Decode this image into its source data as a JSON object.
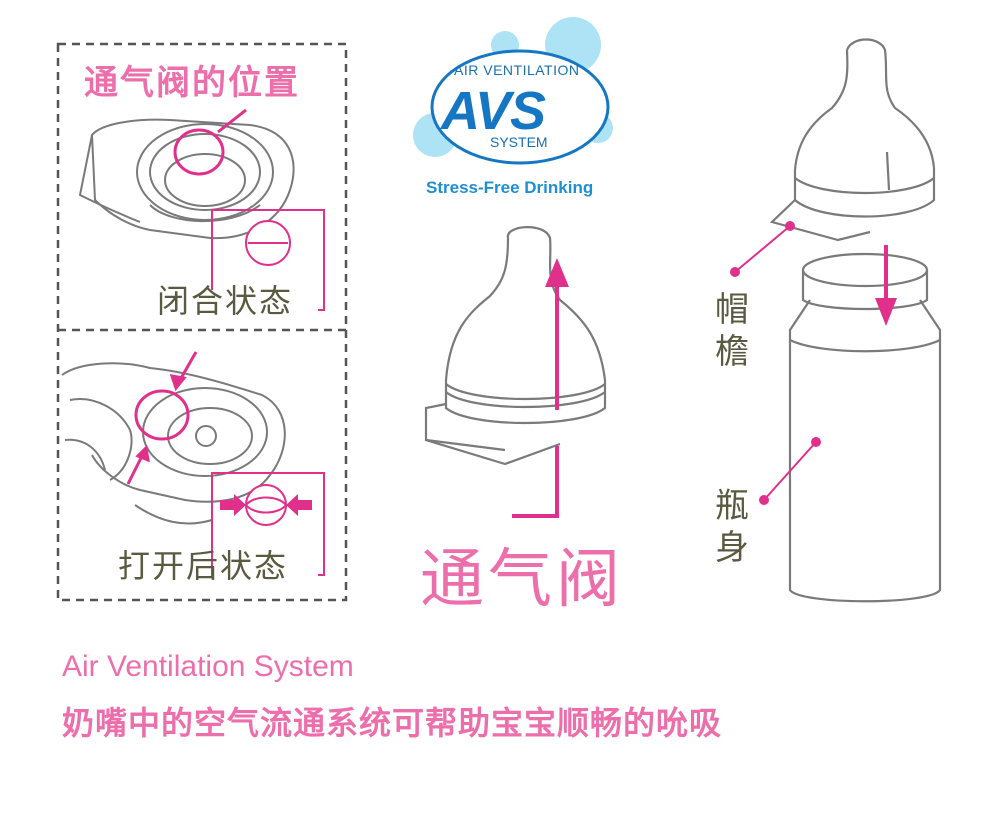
{
  "logo": {
    "top_text": "AIR VENTILATION",
    "main_text": "AVS",
    "bottom_text": "SYSTEM",
    "tagline": "Stress-Free Drinking"
  },
  "panel_top": {
    "title": "通气阀的位置",
    "state_label": "闭合状态"
  },
  "panel_bottom": {
    "state_label": "打开后状态"
  },
  "center": {
    "label": "通气阀"
  },
  "right": {
    "brim_label": "帽檐",
    "body_label": "瓶身"
  },
  "footer": {
    "title_en": "Air Ventilation System",
    "desc_cn": "奶嘴中的空气流通系统可帮助宝宝顺畅的吮吸"
  },
  "colors": {
    "accent_pink": "#e0308c",
    "label_pink": "#ec6fac",
    "label_olive": "#5a5a40",
    "logo_blue": "#1577c4",
    "line_gray": "#7a7a7a"
  }
}
